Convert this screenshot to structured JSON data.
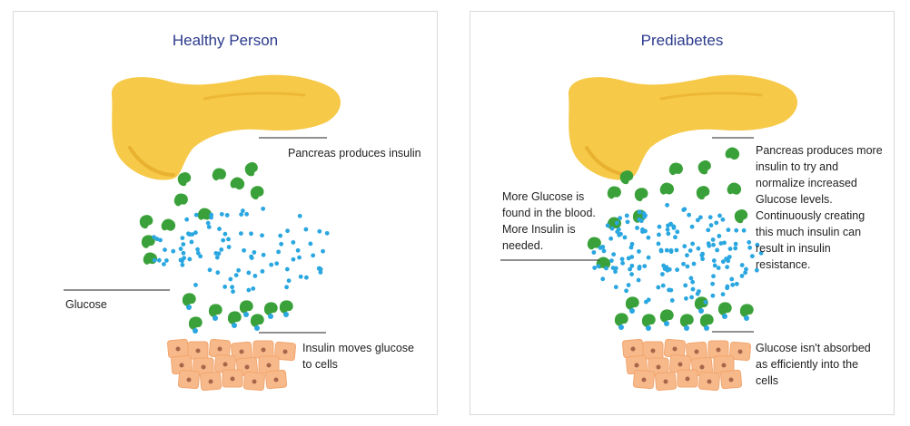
{
  "colors": {
    "title": "#2b3a8c",
    "pancreas": "#f7c948",
    "pancreas_shade": "#e8b12f",
    "insulin": "#3aa13a",
    "glucose": "#2aa7e0",
    "cells": "#f7b98a",
    "cell_nucleus": "#a5664a",
    "leader_line": "#222222"
  },
  "icons": {
    "pancreas": "pancreas-organ",
    "insulin": "insulin-molecule",
    "glucose": "glucose-dot",
    "cells": "body-cell-cluster"
  },
  "panels": {
    "healthy": {
      "title": "Healthy Person",
      "labels": {
        "pancreas": "Pancreas produces insulin",
        "glucose": "Glucose",
        "insulin_cells": "Insulin moves glucose to cells"
      }
    },
    "prediabetes": {
      "title": "Prediabetes",
      "labels": {
        "glucose_blood": "More Glucose is found in the blood. More Insulin is needed.",
        "pancreas": "Pancreas produces more insulin to try and normalize increased Glucose levels. Continuously creating this much insulin can result in insulin resistance.",
        "cells": "Glucose isn't absorbed as efficiently into the cells"
      }
    }
  }
}
